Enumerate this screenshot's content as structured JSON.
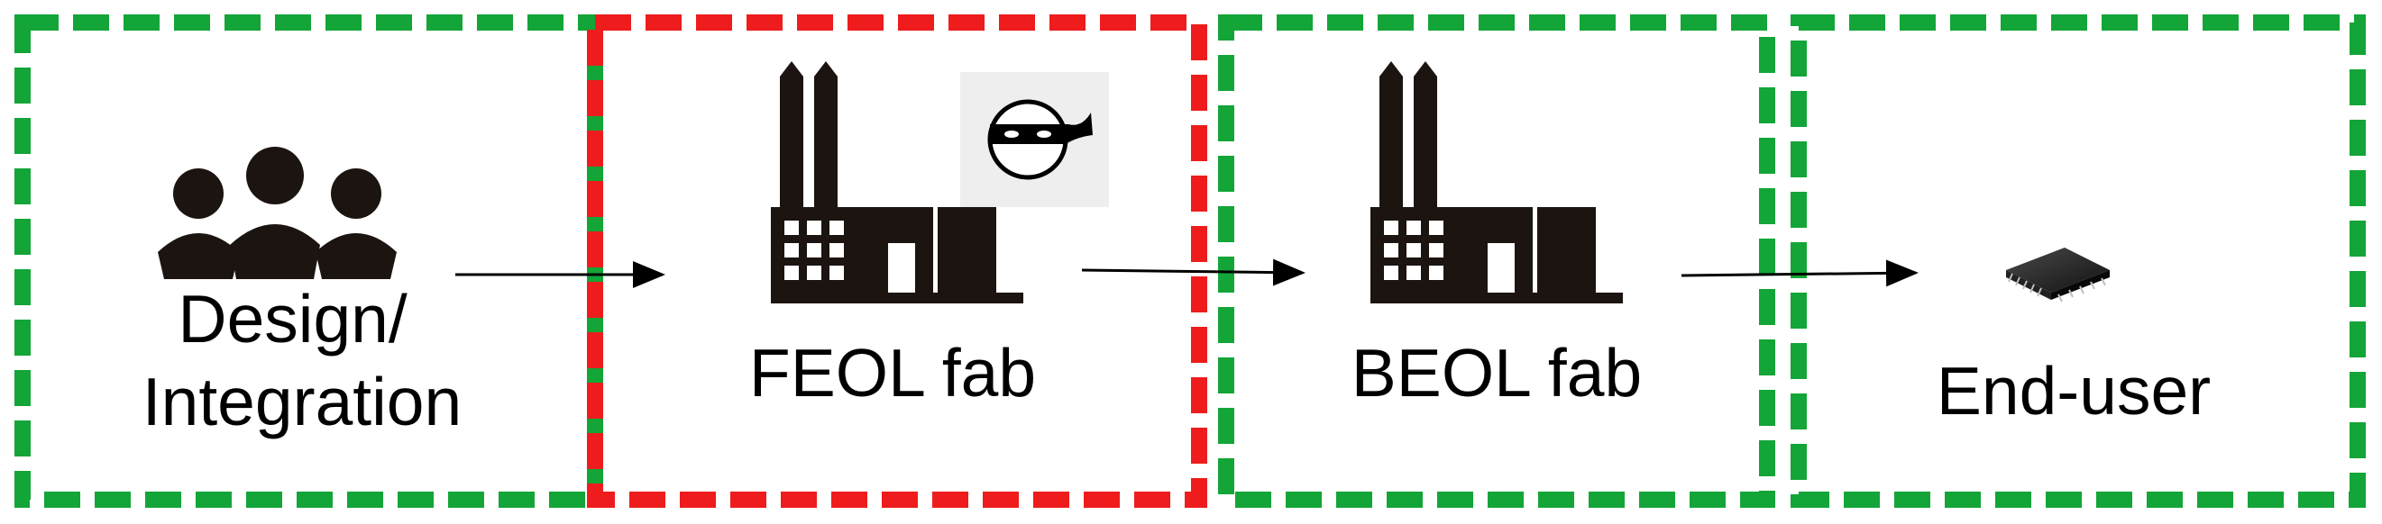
{
  "stages": [
    {
      "id": "design",
      "label_lines": [
        "Design/",
        "Integration"
      ],
      "icon": "people-group-icon",
      "status": "trusted"
    },
    {
      "id": "feol",
      "label_lines": [
        "FEOL fab"
      ],
      "icon": "factory-icon",
      "badge_icon": "masked-thief-icon",
      "status": "untrusted"
    },
    {
      "id": "beol",
      "label_lines": [
        "BEOL fab"
      ],
      "icon": "factory-icon",
      "status": "trusted"
    },
    {
      "id": "enduser",
      "label_lines": [
        "End-user"
      ],
      "icon": "ic-chip-icon",
      "status": "trusted"
    }
  ],
  "colors": {
    "trusted": "#13a538",
    "untrusted": "#ee1c1c",
    "icon": "#1b1411",
    "text": "#000000"
  }
}
